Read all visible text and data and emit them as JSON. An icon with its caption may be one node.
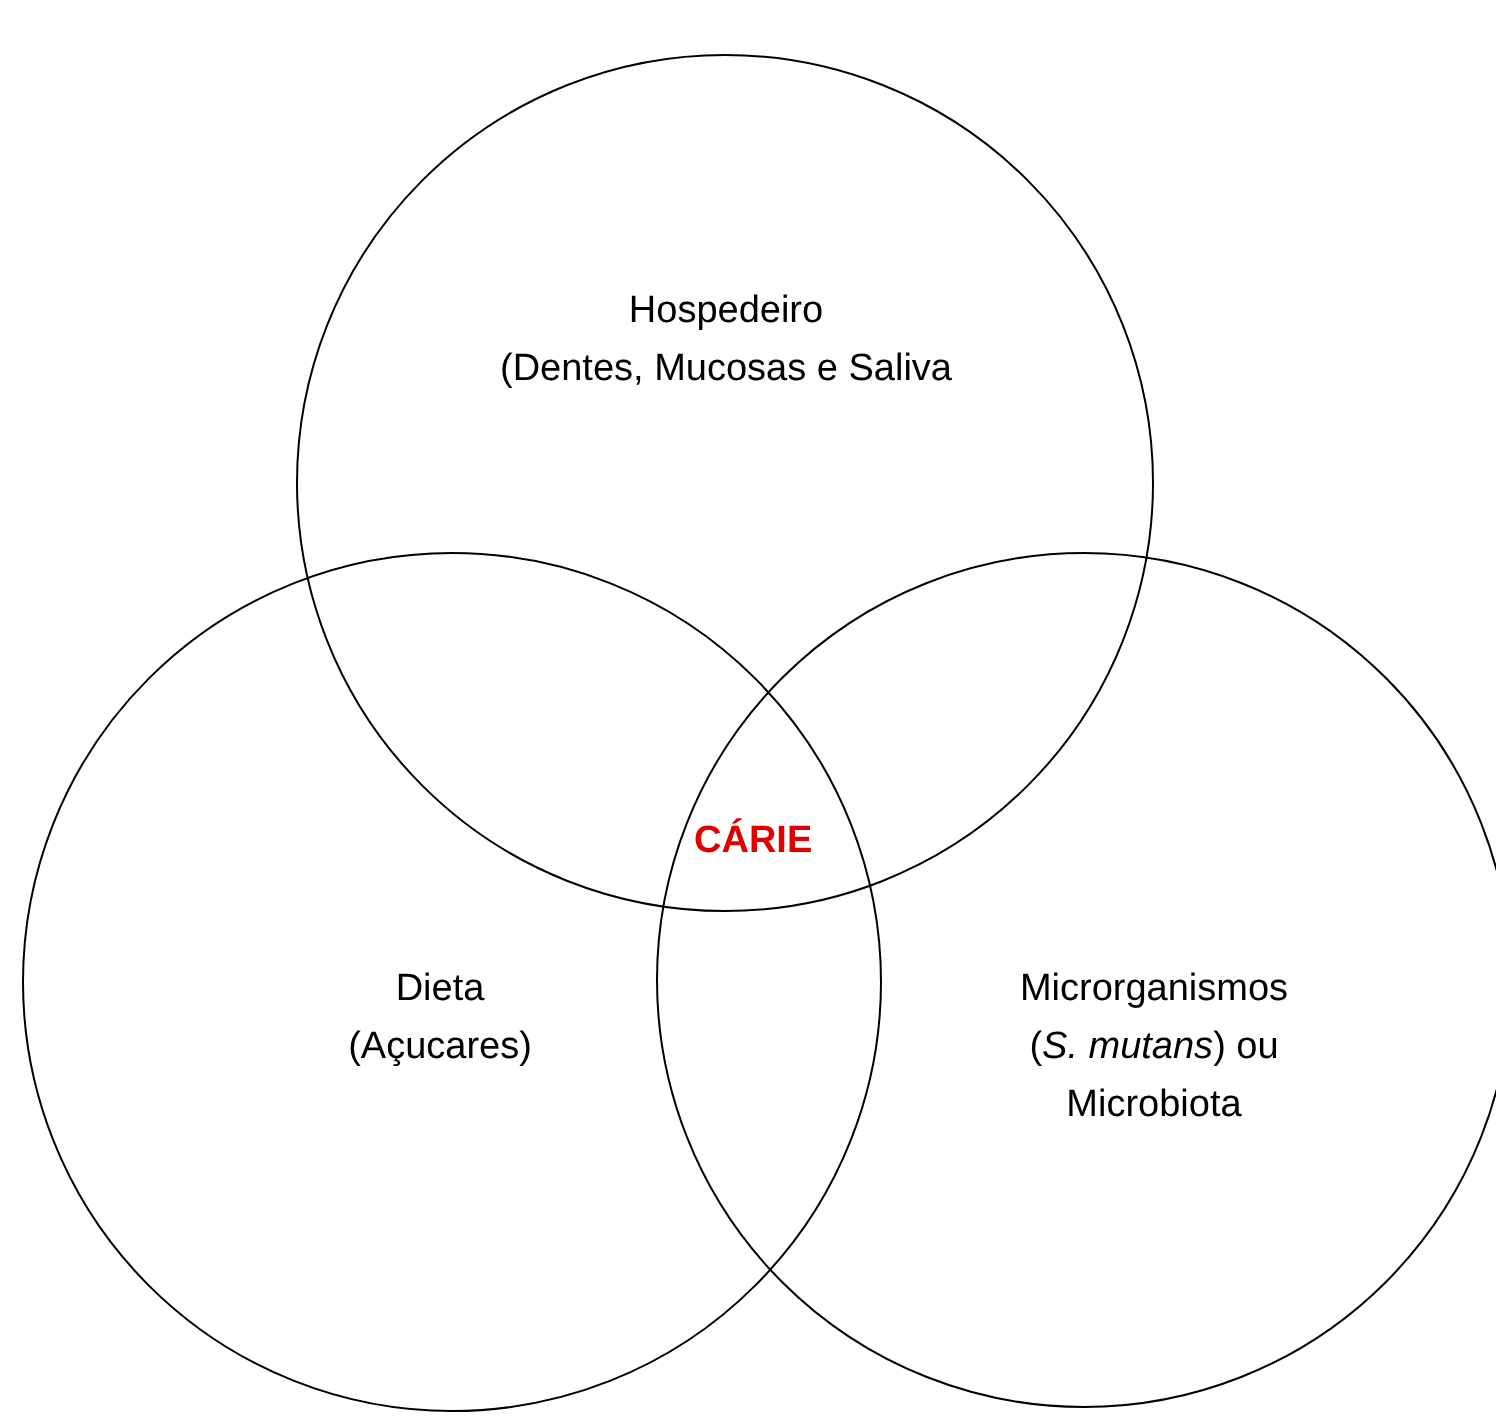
{
  "diagram": {
    "nodes": [
      {
        "text": [
          "Hospedeiro",
          "(Dentes, Mucosas e Saliva"
        ]
      },
      {
        "text": [
          "Dieta",
          "(Açucares)"
        ]
      },
      {
        "text": [
          "Microrganismos",
          "(*S. mutans*) ou Microbiota"
        ]
      }
    ],
    "labels": [
      "CÁRIE"
    ]
  }
}
